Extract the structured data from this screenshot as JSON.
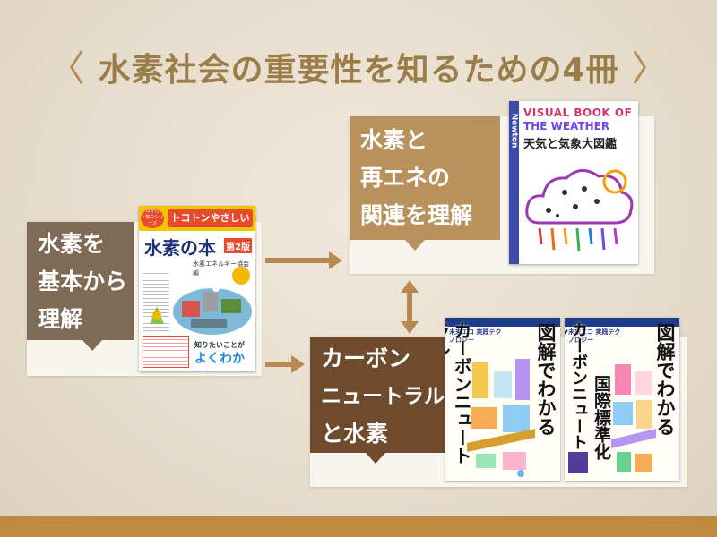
{
  "title": {
    "left_bracket": "〈",
    "text": "水素社会の重要性を知るための4冊",
    "right_bracket": "〉"
  },
  "sections": {
    "basics": {
      "lines": [
        "水素を",
        "基本から",
        "理解"
      ]
    },
    "renewables": {
      "lines": [
        "水素と",
        "再エネの",
        "関連を理解"
      ]
    },
    "carbon": {
      "lines": [
        "カーボン",
        "ニュートラル",
        "と水素"
      ]
    }
  },
  "books": {
    "book1": {
      "series": "トコトンやさしい",
      "title": "水素の本",
      "edition": "第2版",
      "author": "水素エネルギー協会 編",
      "tagline_top": "知りたいことが",
      "tagline_bottom": "よくわかる",
      "badge": "今日からモノ知りシリーズ"
    },
    "book2": {
      "publisher": "Newton",
      "en_title_1": "VISUAL BOOK OF",
      "en_title_2": "THE WEATHER",
      "jp_title": "天気と気象大図鑑"
    },
    "book3": {
      "series": "未来エコ 実践テクノロジー",
      "title_a": "図解でわかる",
      "title_b": "カーボンニュートラル"
    },
    "book4": {
      "series": "未来エコ 実践テクノロジー",
      "title_a": "図解でわかる",
      "title_b": "カーボンニュートラル×",
      "title_c": "国際標準化"
    }
  },
  "colors": {
    "accent": "#9b7d4a",
    "arrow": "#b7894f",
    "label_brown": "#7f6a55",
    "label_gold": "#b8915c",
    "label_dark": "#6f4b2e",
    "bottom_bar": "#c08a3e"
  }
}
